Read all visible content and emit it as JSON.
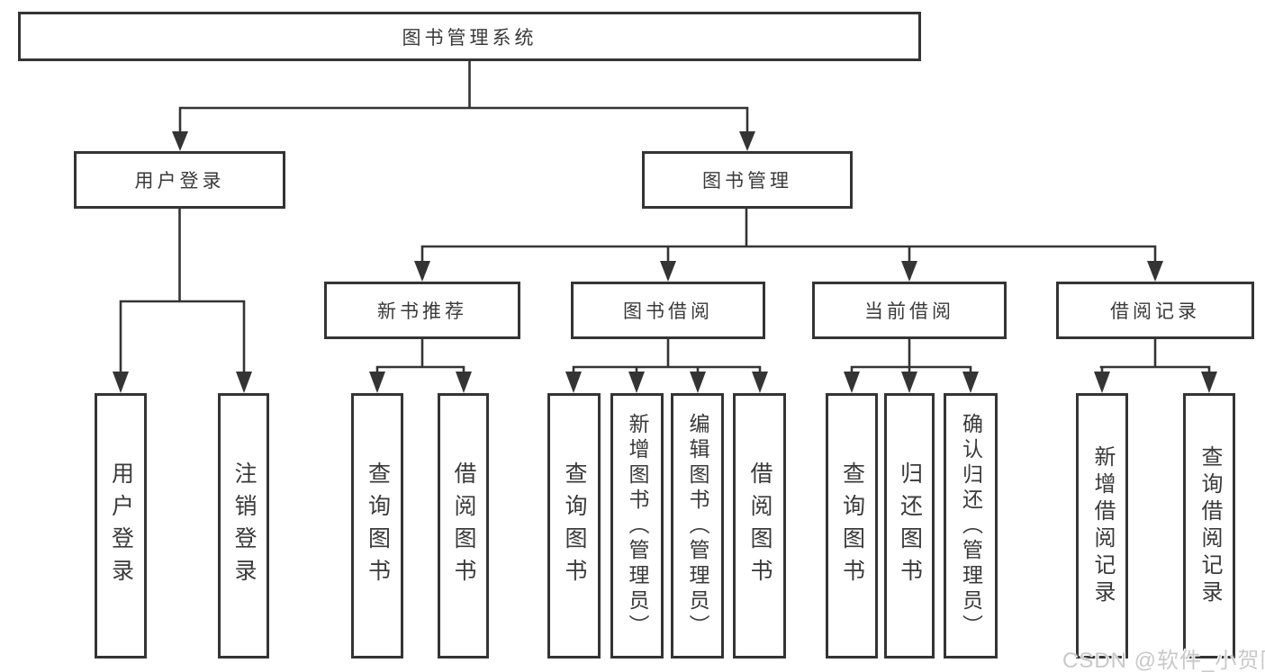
{
  "diagram": {
    "title_note": "functional structure chart of a library management system",
    "nodes": {
      "root": "图书管理系统",
      "l2": [
        "用户登录",
        "图书管理"
      ],
      "l3": [
        "新书推荐",
        "图书借阅",
        "当前借阅",
        "借阅记录"
      ],
      "leaves_user_login": [
        "用户登录",
        "注销登录"
      ],
      "leaves_new_books": [
        "查询图书",
        "借阅图书"
      ],
      "leaves_book_borrow": [
        "查询图书",
        "新增图书（管理员）",
        "编辑图书（管理员）",
        "借阅图书"
      ],
      "leaves_current_borrow": [
        "查询图书",
        "归还图书",
        "确认归还（管理员）"
      ],
      "leaves_borrow_records": [
        "新增借阅记录",
        "查询借阅记录"
      ]
    },
    "watermark": "CSDN @软件_小贺同学",
    "colors": {
      "line": "#343434",
      "text": "#3a3a3a",
      "watermark": "#c9c9c9",
      "background": "#ffffff"
    }
  }
}
